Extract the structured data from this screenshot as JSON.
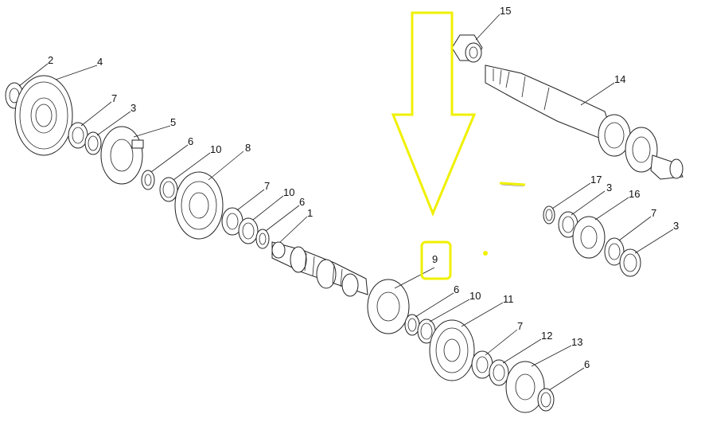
{
  "diagram": {
    "callouts": {
      "c1": "1",
      "c2": "2",
      "c3a": "3",
      "c3b": "3",
      "c3c": "3",
      "c4": "4",
      "c5": "5",
      "c6a": "6",
      "c6b": "6",
      "c6c": "6",
      "c6d": "6",
      "c7a": "7",
      "c7b": "7",
      "c7c": "7",
      "c7d": "7",
      "c8": "8",
      "c9": "9",
      "c10a": "10",
      "c10b": "10",
      "c10c": "10",
      "c11": "11",
      "c12": "12",
      "c13": "13",
      "c14": "14",
      "c15": "15",
      "c16": "16",
      "c17": "17"
    },
    "highlight": {
      "selected_part": "9",
      "color": "#f0f000"
    }
  }
}
